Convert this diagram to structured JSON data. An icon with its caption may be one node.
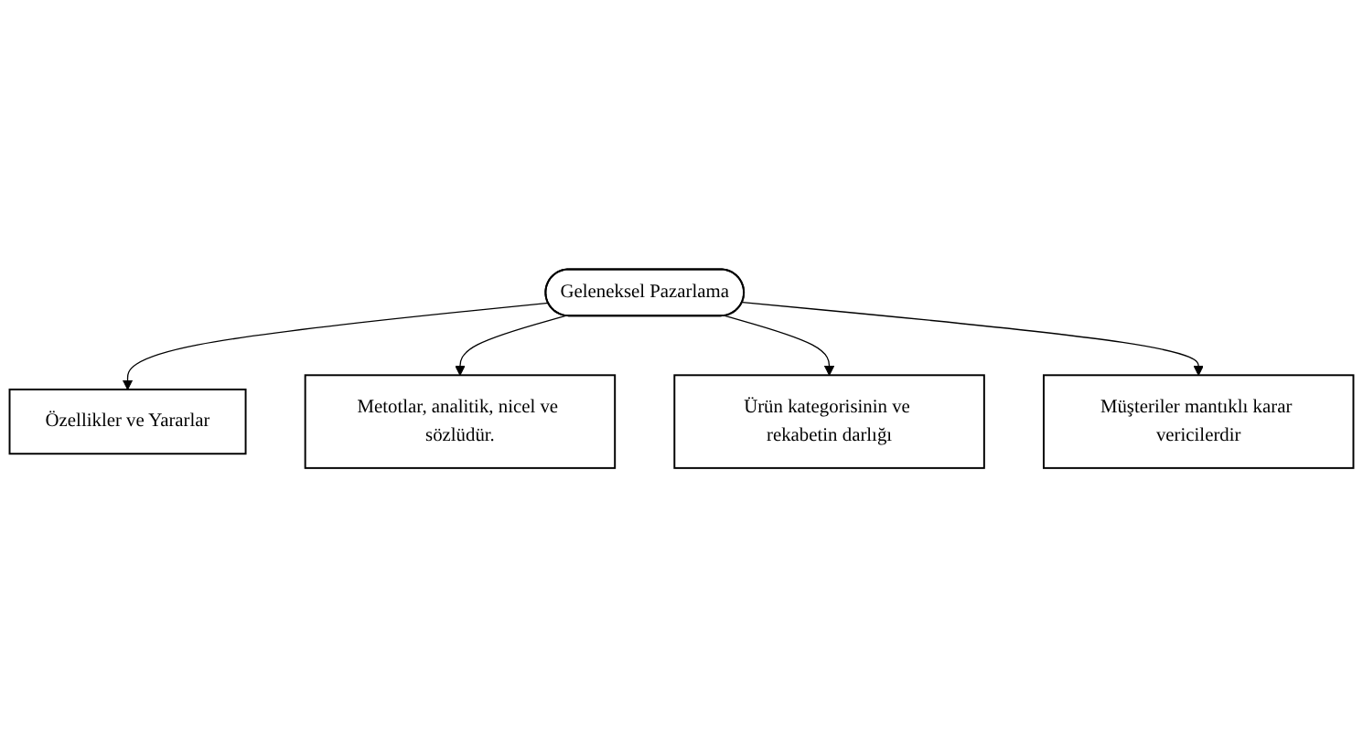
{
  "diagram": {
    "nodes": [
      {
        "text": [
          "Özellikler ve Yararlar"
        ]
      },
      {
        "text": [
          "Metotlar, analitik, nicel ve sözlüdür."
        ]
      },
      {
        "text": [
          "Geleneksel Pazarlama"
        ]
      },
      {
        "text": [
          "Ürün kategorisinin ve rekabetin darlığı"
        ]
      },
      {
        "text": [
          "Müşteriler mantıklı karar vericilerdir"
        ]
      }
    ],
    "edges": [
      {
        "from": 2,
        "to": 0,
        "arrow": "to"
      },
      {
        "from": 2,
        "to": 1,
        "arrow": "to"
      },
      {
        "from": 2,
        "to": 3,
        "arrow": "to"
      },
      {
        "from": 2,
        "to": 4,
        "arrow": "to"
      }
    ]
  }
}
